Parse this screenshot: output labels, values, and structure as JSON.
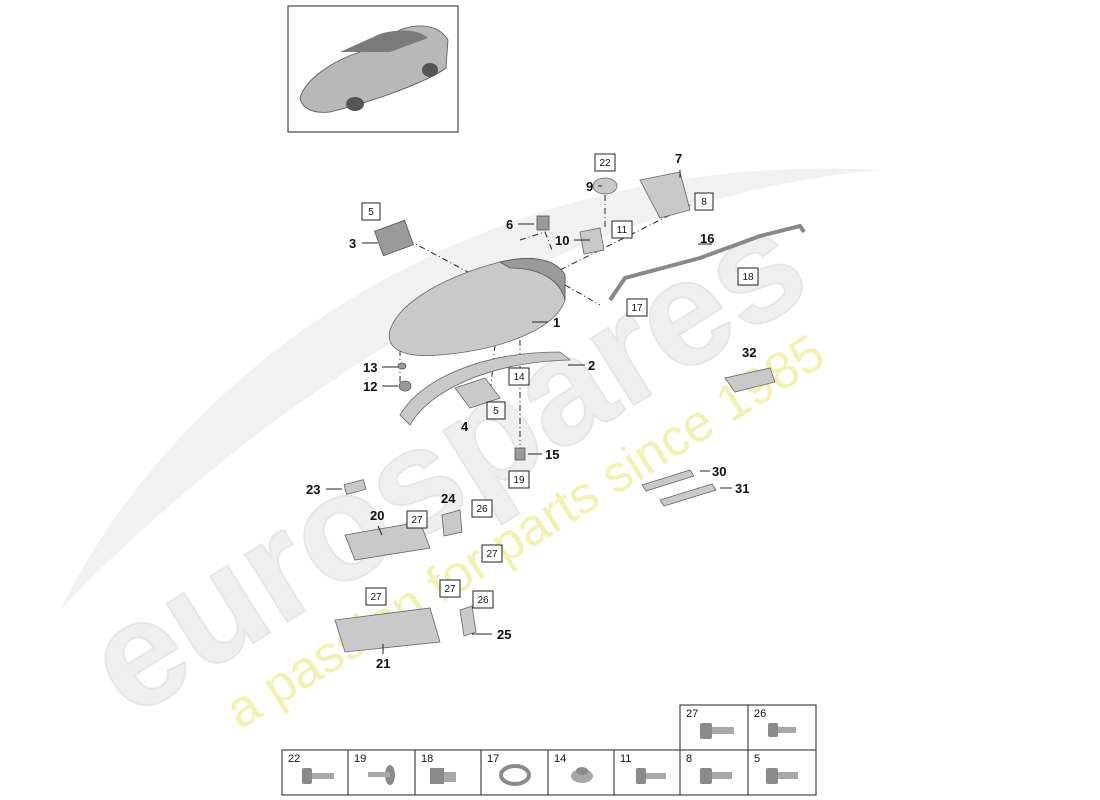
{
  "watermark": {
    "brand": "eurospares",
    "tagline": "a passion for parts since 1985"
  },
  "callouts": [
    {
      "id": "c1",
      "label": "1"
    },
    {
      "id": "c2",
      "label": "2"
    },
    {
      "id": "c3",
      "label": "3"
    },
    {
      "id": "c4",
      "label": "4"
    },
    {
      "id": "c6",
      "label": "6"
    },
    {
      "id": "c7",
      "label": "7"
    },
    {
      "id": "c9",
      "label": "9"
    },
    {
      "id": "c10",
      "label": "10"
    },
    {
      "id": "c12",
      "label": "12"
    },
    {
      "id": "c13",
      "label": "13"
    },
    {
      "id": "c15",
      "label": "15"
    },
    {
      "id": "c16",
      "label": "16"
    },
    {
      "id": "c20",
      "label": "20"
    },
    {
      "id": "c21",
      "label": "21"
    },
    {
      "id": "c23",
      "label": "23"
    },
    {
      "id": "c24",
      "label": "24"
    },
    {
      "id": "c25",
      "label": "25"
    },
    {
      "id": "c30",
      "label": "30"
    },
    {
      "id": "c31",
      "label": "31"
    },
    {
      "id": "c32",
      "label": "32"
    }
  ],
  "boxed_callouts": [
    {
      "id": "b5a",
      "label": "5"
    },
    {
      "id": "b22",
      "label": "22"
    },
    {
      "id": "b8",
      "label": "8"
    },
    {
      "id": "b11",
      "label": "11"
    },
    {
      "id": "b18",
      "label": "18"
    },
    {
      "id": "b17",
      "label": "17"
    },
    {
      "id": "b14",
      "label": "14"
    },
    {
      "id": "b5b",
      "label": "5"
    },
    {
      "id": "b19",
      "label": "19"
    },
    {
      "id": "b27a",
      "label": "27"
    },
    {
      "id": "b26a",
      "label": "26"
    },
    {
      "id": "b27b",
      "label": "27"
    },
    {
      "id": "b27c",
      "label": "27"
    },
    {
      "id": "b27d",
      "label": "27"
    },
    {
      "id": "b26b",
      "label": "26"
    }
  ],
  "fastener_table": {
    "top_row": [
      "27",
      "26"
    ],
    "bottom_row": [
      "22",
      "19",
      "18",
      "17",
      "14",
      "11",
      "8",
      "5"
    ]
  }
}
